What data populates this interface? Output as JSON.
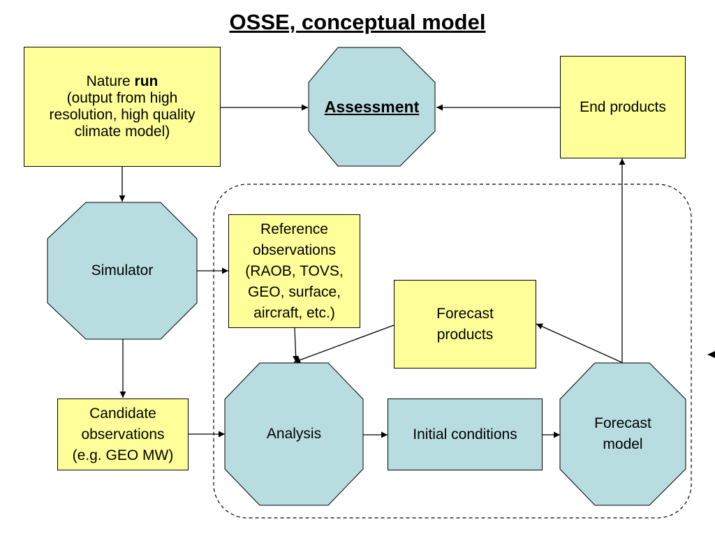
{
  "title": "OSSE, conceptual model",
  "nodes": {
    "nature_run": {
      "line1_prefix": "Nature ",
      "line1_bold": "run",
      "line2": "(output from high",
      "line3": "resolution, high quality",
      "line4": "climate model)"
    },
    "assessment": {
      "label": "Assessment"
    },
    "end_products": {
      "label": "End products"
    },
    "simulator": {
      "label": "Simulator"
    },
    "reference_observations": {
      "line1": "Reference",
      "line2": "observations",
      "line3": "(RAOB, TOVS,",
      "line4": "GEO, surface,",
      "line5": "aircraft, etc.)"
    },
    "forecast_products": {
      "line1": "Forecast",
      "line2": "products"
    },
    "candidate_observations": {
      "line1": "Candidate",
      "line2": "observations",
      "line3": "(e.g. GEO MW)"
    },
    "analysis": {
      "label": "Analysis"
    },
    "initial_conditions": {
      "label": "Initial conditions"
    },
    "forecast_model": {
      "line1": "Forecast",
      "line2": "model"
    }
  },
  "colors": {
    "box_fill": "#ffff99",
    "octagon_fill": "#b7dde0",
    "stroke": "#000000"
  }
}
